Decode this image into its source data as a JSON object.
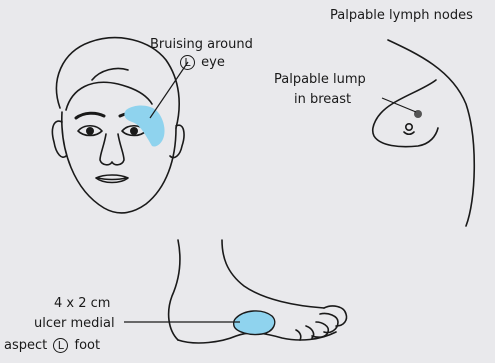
{
  "labels": {
    "lymph_nodes": "Palpable lymph nodes",
    "bruising_line1": "Bruising around",
    "bruising_side": "L",
    "bruising_line2": "eye",
    "lump_line1": "Palpable lump",
    "lump_line2": "in breast",
    "ulcer_line1": "4 x 2 cm",
    "ulcer_line2": "ulcer medial",
    "ulcer_line3_pre": "aspect",
    "ulcer_side": "L",
    "ulcer_line3_post": "foot"
  },
  "colors": {
    "background": "#e9e9ec",
    "lesion": "#8fd3ee",
    "outline": "#1a1a1a"
  }
}
